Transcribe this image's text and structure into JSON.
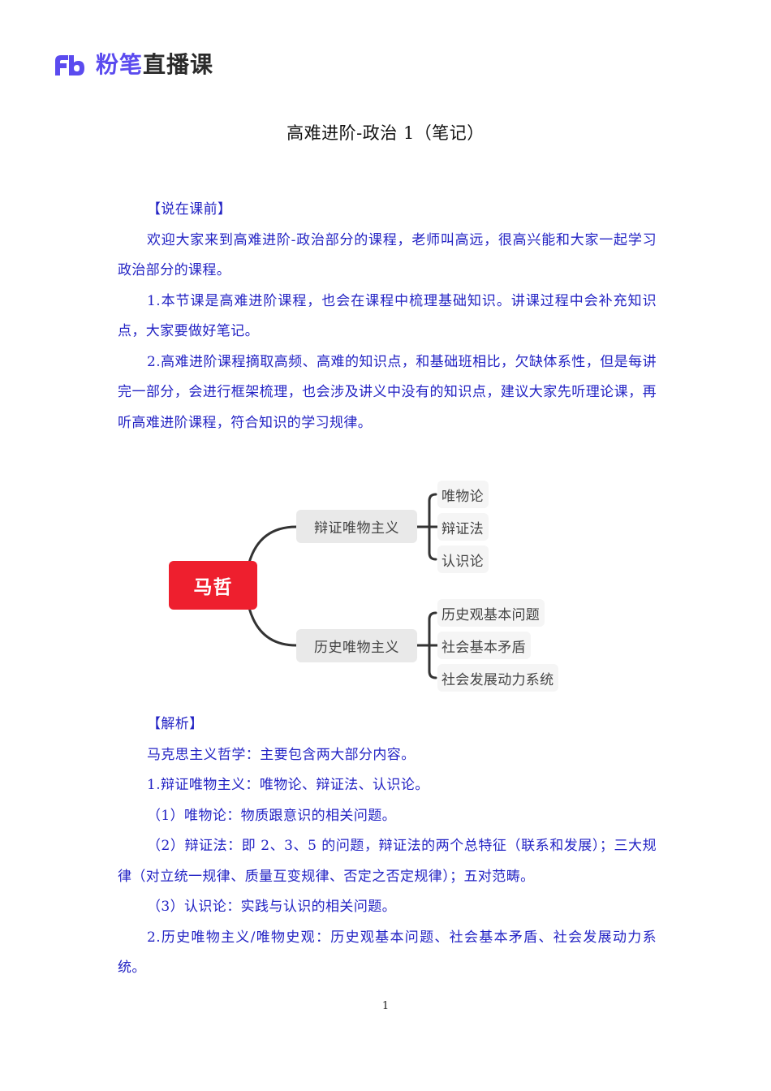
{
  "header": {
    "logo_icon": "fenbi-fb-logo-icon",
    "brand_text": "粉笔",
    "brand_rest": "直播课",
    "brand_color": "#5b4bef"
  },
  "document": {
    "title": "高难进阶-政治 1（笔记）",
    "page_number": "1",
    "text_color": "#2323c4"
  },
  "intro": {
    "label": "【说在课前】",
    "paragraphs": [
      "欢迎大家来到高难进阶-政治部分的课程，老师叫高远，很高兴能和大家一起学习政治部分的课程。",
      "1.本节课是高难进阶课程，也会在课程中梳理基础知识。讲课过程中会补充知识点，大家要做好笔记。",
      "2.高难进阶课程摘取高频、高难的知识点，和基础班相比，欠缺体系性，但是每讲完一部分，会进行框架梳理，也会涉及讲义中没有的知识点，建议大家先听理论课，再听高难进阶课程，符合知识的学习规律。"
    ]
  },
  "mindmap": {
    "root": {
      "label": "马哲",
      "color": "#ee1f2e"
    },
    "branches": [
      {
        "label": "辩证唯物主义",
        "children": [
          "唯物论",
          "辩证法",
          "认识论"
        ]
      },
      {
        "label": "历史唯物主义",
        "children": [
          "历史观基本问题",
          "社会基本矛盾",
          "社会发展动力系统"
        ]
      }
    ]
  },
  "analysis": {
    "label": "【解析】",
    "paragraphs": [
      "马克思主义哲学：主要包含两大部分内容。",
      "1.辩证唯物主义：唯物论、辩证法、认识论。",
      "（1）唯物论：物质跟意识的相关问题。",
      "（2）辩证法：即 2、3、5 的问题，辩证法的两个总特征（联系和发展）；三大规律（对立统一规律、质量互变规律、否定之否定规律）；五对范畴。",
      "（3）认识论：实践与认识的相关问题。",
      "2.历史唯物主义/唯物史观：历史观基本问题、社会基本矛盾、社会发展动力系统。"
    ]
  }
}
